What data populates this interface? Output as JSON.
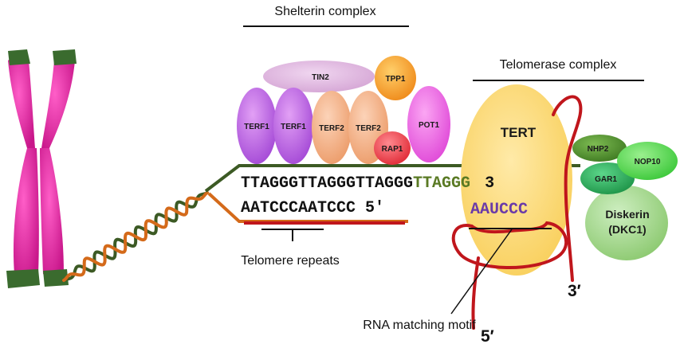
{
  "labels": {
    "shelterin_complex": "Shelterin complex",
    "telomerase_complex": "Telomerase complex",
    "telomere_repeats": "Telomere repeats",
    "rna_matching_motif": "RNA matching motif"
  },
  "proteins": {
    "tin2": "TIN2",
    "tpp1": "TPP1",
    "terf1_a": "TERF1",
    "terf1_b": "TERF1",
    "terf2_a": "TERF2",
    "terf2_b": "TERF2",
    "pot1": "POT1",
    "rap1": "RAP1",
    "tert": "TERT",
    "nhp2": "NHP2",
    "nop10": "NOP10",
    "gar1": "GAR1",
    "diskerin_line1": "Diskerin",
    "diskerin_line2": "(DKC1)"
  },
  "sequences": {
    "top_strand_black": "TTAGGGTTAGGGTTAGGG",
    "top_strand_green": "TTAGGG",
    "top_strand_end": "3",
    "bottom_strand": "AATCCCAATCCC",
    "bottom_strand_end": "5′",
    "rna_template": "AAUCCC"
  },
  "ends": {
    "rna_three_prime": "3′",
    "rna_five_prime": "5′"
  },
  "colors": {
    "chromosome": "#e0239a",
    "chromosome_tip": "#3a6b2e",
    "dna_green": "#3c5a24",
    "dna_orange": "#d46a1a",
    "rna_red": "#c0161c",
    "terf1": "#b95ce0",
    "terf2": "#f2aa7d",
    "tin2": "#dcb0dc",
    "tpp1": "#f59a25",
    "pot1": "#ea62e0",
    "rap1": "#f03c48",
    "tert": "#fbd76a",
    "nhp2": "#4f8a2c",
    "nop10": "#4fd64a",
    "gar1": "#27a456",
    "diskerin": "#9ed284",
    "template_text": "#6a3aa8",
    "green_text": "#5a7a24"
  }
}
